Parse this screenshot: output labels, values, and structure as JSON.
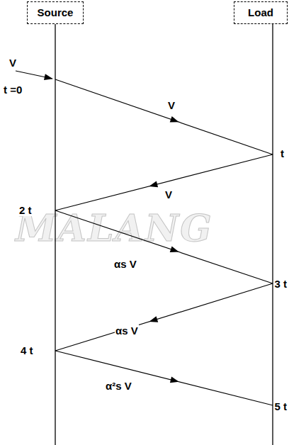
{
  "diagram": {
    "nodes": [
      {
        "text": [
          "Source"
        ]
      },
      {
        "text": [
          "Load"
        ]
      }
    ],
    "labels": [
      "V",
      "t =0",
      "V",
      "t",
      "V",
      "2 t",
      "αs V",
      "3 t",
      "αs V",
      "4 t",
      "α²s V",
      "5 t",
      "MALANG"
    ]
  }
}
